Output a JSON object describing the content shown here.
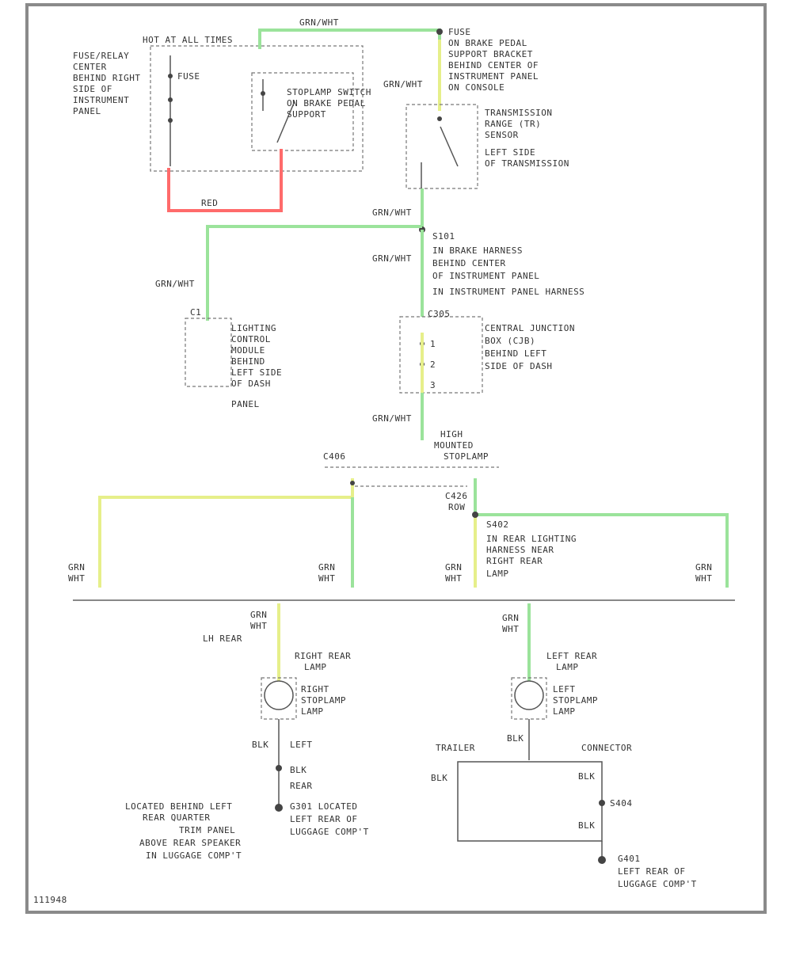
{
  "labels": {
    "hot_at_all_times": "HOT AT ALL TIMES",
    "fuse_box": "FUSE",
    "brake_sw_1": "STOPLAMP SWITCH",
    "brake_sw_2": "ON BRAKE PEDAL",
    "brake_sw_3": "SUPPORT",
    "grn_top": "GRN/WHT",
    "fuse_block_1": "FUSE/RELAY",
    "fuse_block_2": "CENTER",
    "fuse_block_3": "BEHIND RIGHT",
    "fuse_block_4": "SIDE OF",
    "fuse_block_5": "INSTRUMENT",
    "fuse_block_6": "PANEL",
    "top_right_1": "FUSE",
    "top_right_2": "ON BRAKE PEDAL",
    "top_right_3": "SUPPORT BRACKET",
    "top_right_4": "BEHIND CENTER OF",
    "top_right_5": "INSTRUMENT PANEL",
    "top_right_6": "ON CONSOLE",
    "trans_sw_1": "TRANSMISSION",
    "trans_sw_2": "RANGE (TR)",
    "trans_sw_3": "SENSOR",
    "trans_sw_4": "LEFT SIDE",
    "trans_sw_5": "OF TRANSMISSION",
    "grn_mid_1": "GRN/WHT",
    "red_wire": "RED",
    "splice_1": "S101",
    "splice_2": "IN BRAKE HARNESS",
    "splice_3": "BEHIND CENTER",
    "splice_4": "OF INSTRUMENT PANEL",
    "splice_5": "IN INSTRUMENT PANEL HARNESS",
    "grn_mid_2": "GRN/WHT",
    "grn_left": "GRN/WHT",
    "left_conn_1": "C1",
    "left_module_1": "LIGHTING",
    "left_module_2": "CONTROL",
    "left_module_3": "MODULE",
    "left_module_4": "BEHIND",
    "left_module_5": "LEFT SIDE",
    "left_module_6": "OF DASH",
    "left_module_7": "PANEL",
    "center_conn": "C305",
    "junction_1": "CENTRAL JUNCTION",
    "junction_2": "BOX (CJB)",
    "junction_3": "BEHIND LEFT",
    "junction_4": "SIDE OF DASH",
    "jpin_1": "1",
    "jpin_2": "2",
    "jpin_3": "3",
    "grn_lower": "GRN/WHT",
    "high_mount_1": "HIGH",
    "high_mount_2": "MOUNTED",
    "high_mount_3": "STOPLAMP",
    "rear_harness": "C406",
    "lh_conn_1": "C426",
    "lh_conn_2": "ROW",
    "s402_1": "S402",
    "s402_2": "IN REAR LIGHTING",
    "s402_3": "HARNESS NEAR",
    "s402_4": "RIGHT REAR",
    "s402_5": "LAMP",
    "w_a": "GRN",
    "w_b": "WHT",
    "w_c": "GRN",
    "w_d": "WHT",
    "w_e": "GRN",
    "w_f": "WHT",
    "w_g": "GRN",
    "w_h": "WHT",
    "low_left_1": "GRN",
    "low_left_2": "WHT",
    "low_left_3": "LH REAR",
    "low_right_1": "GRN",
    "low_right_2": "WHT",
    "rr_lamp_1": "RIGHT REAR",
    "rr_lamp_2": "LAMP",
    "rr_lamp_3": "RIGHT",
    "rr_lamp_4": "STOPLAMP",
    "rr_lamp_5": "LAMP",
    "lr_lamp_1": "LEFT REAR",
    "lr_lamp_2": "LAMP",
    "lr_lamp_3": "LEFT",
    "lr_lamp_4": "STOPLAMP",
    "lr_lamp_5": "LAMP",
    "blk_1": "BLK",
    "blk_2": "LEFT",
    "blk_3": "BLK",
    "blk_4": "REAR",
    "g1_1": "G301 LOCATED",
    "g1_2": "LEFT REAR OF",
    "g1_3": "LUGGAGE COMP'T",
    "left_note_1": "LOCATED BEHIND LEFT",
    "left_note_2": "REAR QUARTER",
    "left_note_3": "TRIM PANEL",
    "left_note_4": "ABOVE REAR SPEAKER",
    "left_note_5": "IN LUGGAGE COMP'T",
    "rbox_1": "TRAILER",
    "rbox_2": "CONNECTOR",
    "rbox_3": "BLK",
    "rbox_4": "BLK",
    "rbox_5": "S404",
    "rbox_6": "BLK",
    "g2_1": "G401",
    "g2_2": "LEFT REAR OF",
    "g2_3": "LUGGAGE COMP'T",
    "corner": "111948"
  }
}
